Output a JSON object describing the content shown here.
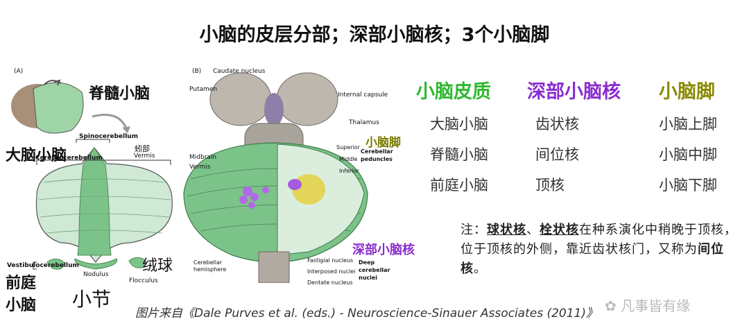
{
  "title": "小脑的皮层分部；深部小脑核；3个小脑脚",
  "figA": {
    "panel_letter": "(A)",
    "spinocerebellum": "Spinocerebellum",
    "vermis": "Vermis",
    "vermis_cn": "蚓部",
    "cerebrocerebellum": "Cerebrocerebellum",
    "vestibulocerebellum": "Vestibulocerebellum",
    "nodulus": "Nodulus",
    "flocculus": "Flocculus"
  },
  "figA_overlay": {
    "spino_cn": "脊髓小脑",
    "cerebro_cn": "大脑小脑",
    "vestib_cn_1": "前庭",
    "vestib_cn_2": "小脑",
    "nodulus_cn": "小节",
    "flocculus_cn": "绒球"
  },
  "figB": {
    "panel_letter": "(B)",
    "caudate": "Caudate nucleus",
    "putamen": "Putamen",
    "internal_capsule": "Internal capsule",
    "thalamus": "Thalamus",
    "superior": "Superior",
    "middle": "Middle",
    "inferior": "Inferior",
    "cerebellar": "Cerebellar",
    "peduncles": "peduncles",
    "midbrain": "Midbrain",
    "vermis": "Vermis",
    "hemisphere_1": "Cerebellar",
    "hemisphere_2": "hemisphere",
    "fastigial": "Fastigial nucleus",
    "interposed": "Interposed nuclei",
    "dentate": "Dentate nucleus",
    "deep_1": "Deep",
    "deep_2": "cerebellar",
    "deep_3": "nuclei"
  },
  "figB_overlay": {
    "peduncle_cn": "小脑脚",
    "deep_cn": "深部小脑核"
  },
  "columns": [
    {
      "header": "小脑皮质",
      "color": "#2fb82f",
      "items": [
        "大脑小脑",
        "脊髓小脑",
        "前庭小脑"
      ]
    },
    {
      "header": "深部小脑核",
      "color": "#8a2bd0",
      "items": [
        "齿状核",
        "间位核",
        "顶核"
      ]
    },
    {
      "header": "小脑脚",
      "color": "#8a8a00",
      "items": [
        "小脑上脚",
        "小脑中脚",
        "小脑下脚"
      ]
    }
  ],
  "note": {
    "prefix": "注：",
    "term1": "球状核",
    "sep": "、",
    "term2": "栓状核",
    "mid1": "在种系演化中稍晚于顶核，位于顶核的外侧，靠近齿状核门，又称为",
    "term3": "间位核",
    "end": "。"
  },
  "source": "图片来自《Dale Purves et al. (eds.) - Neuroscience-Sinauer Associates (2011)》",
  "watermark": "凡事皆有缘",
  "colors": {
    "green": "#2fb82f",
    "purple": "#8a2bd0",
    "olive": "#8a8a00",
    "cerebellum": "#7cc38a"
  }
}
